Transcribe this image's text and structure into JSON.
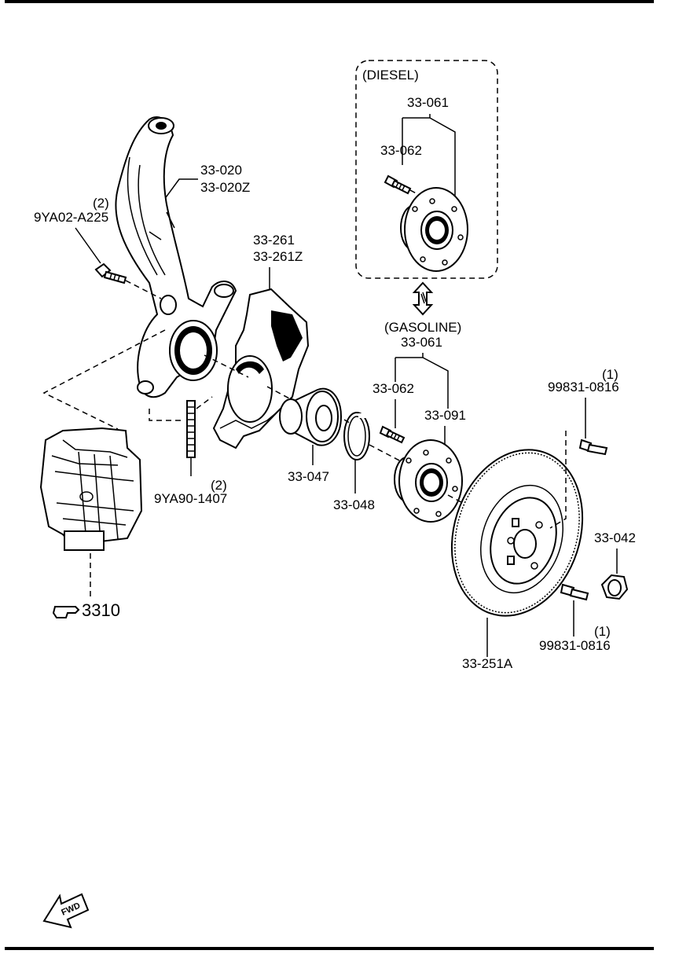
{
  "groups": {
    "diesel": "(DIESEL)",
    "gasoline": "(GASOLINE)"
  },
  "parts": {
    "knuckle": {
      "line1": "33-020",
      "line2": "33-020Z"
    },
    "knuckle_bolt": {
      "qty": "(2)",
      "code": "9YA02-A225"
    },
    "dust_cover": {
      "line1": "33-261",
      "line2": "33-261Z"
    },
    "stud": {
      "qty": "(2)",
      "code": "9YA90-1407"
    },
    "bearing": {
      "code": "33-047"
    },
    "snap_ring": {
      "code": "33-048"
    },
    "diesel_hub": {
      "code": "33-061"
    },
    "diesel_hub_bolt": {
      "code": "33-062"
    },
    "gasoline_hub": {
      "code": "33-061"
    },
    "gasoline_hub_bolt": {
      "code": "33-062"
    },
    "hub_flange": {
      "code": "33-091"
    },
    "disc_screw_top": {
      "qty": "(1)",
      "code": "99831-0816"
    },
    "hub_nut": {
      "code": "33-042"
    },
    "disc_screw_bottom": {
      "qty": "(1)",
      "code": "99831-0816"
    },
    "brake_disc": {
      "code": "33-251A"
    },
    "caliper_ref": {
      "code": "3310"
    }
  },
  "direction": {
    "label": "FWD"
  },
  "icons": {
    "reference": "pointing-hand-icon",
    "direction": "fwd-arrow-icon",
    "interchange": "double-arrow-icon"
  }
}
